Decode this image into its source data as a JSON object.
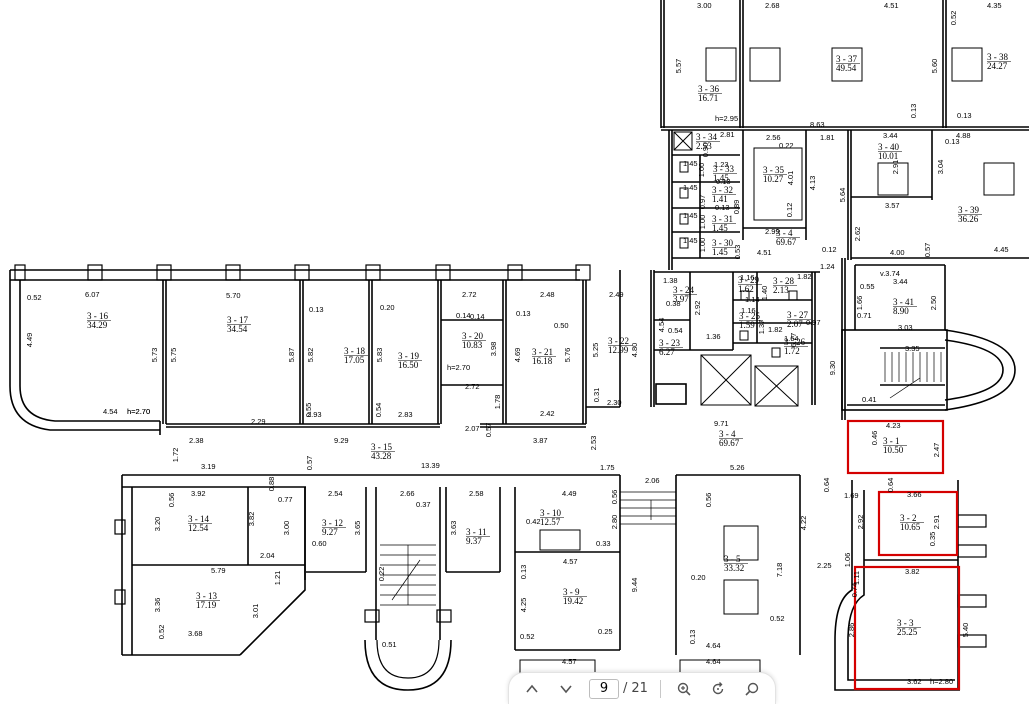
{
  "rooms": [
    {
      "id": "3 - 36",
      "area": "16.71"
    },
    {
      "id": "3 - 37",
      "area": "49.54"
    },
    {
      "id": "3 - 38",
      "area": "24.27"
    },
    {
      "id": "3 - 34",
      "area": "2.53"
    },
    {
      "id": "3 - 33",
      "area": "1.45"
    },
    {
      "id": "3 - 32",
      "area": "1.41"
    },
    {
      "id": "3 - 31",
      "area": "1.45"
    },
    {
      "id": "3 - 30",
      "area": "1.45"
    },
    {
      "id": "3 - 35",
      "area": "10.27"
    },
    {
      "id": "3 - 4",
      "area": "69.67"
    },
    {
      "id": "3 - 40",
      "area": "10.01"
    },
    {
      "id": "3 - 39",
      "area": "36.26"
    },
    {
      "id": "3 - 41",
      "area": "8.90"
    },
    {
      "id": "3 - 16",
      "area": "34.29"
    },
    {
      "id": "3 - 17",
      "area": "34.54"
    },
    {
      "id": "3 - 18",
      "area": "17.05"
    },
    {
      "id": "3 - 19",
      "area": "16.50"
    },
    {
      "id": "3 - 20",
      "area": "10.83"
    },
    {
      "id": "3 - 21",
      "area": "16.18"
    },
    {
      "id": "3 - 22",
      "area": "12.99"
    },
    {
      "id": "3 - 24",
      "area": "3.97"
    },
    {
      "id": "3 - 23",
      "area": "6.27"
    },
    {
      "id": "3 - 29",
      "area": "1.62"
    },
    {
      "id": "3 - 28",
      "area": "2.13"
    },
    {
      "id": "3 - 25",
      "area": "1.59"
    },
    {
      "id": "3 - 27",
      "area": "2.07"
    },
    {
      "id": "3 - 26",
      "area": "1.72"
    },
    {
      "id": "3 - 4",
      "area": "69.67"
    },
    {
      "id": "3 - 15",
      "area": "43.28"
    },
    {
      "id": "3 - 1",
      "area": "10.50"
    },
    {
      "id": "3 - 14",
      "area": "12.54"
    },
    {
      "id": "3 - 12",
      "area": "9.27"
    },
    {
      "id": "3 - 11",
      "area": "9.37"
    },
    {
      "id": "3 - 10",
      "area": "12.57"
    },
    {
      "id": "3 - 5",
      "area": "33.32"
    },
    {
      "id": "3 - 2",
      "area": "10.65"
    },
    {
      "id": "3 - 13",
      "area": "17.19"
    },
    {
      "id": "3 - 9",
      "area": "19.42"
    },
    {
      "id": "3 - 3",
      "area": "25.25"
    }
  ],
  "dimensions": [
    "3.00",
    "2.68",
    "4.51",
    "0.52",
    "4.35",
    "5.57",
    "5.60",
    "0.13",
    "0.13",
    "h=2.95",
    "8.63",
    "2.81",
    "0.90",
    "2.56",
    "1.81",
    "3.44",
    "4.88",
    "0.22",
    "0.13",
    "2.91",
    "3.04",
    "1.23",
    "1.45",
    "1.00",
    "1.45",
    "0.97",
    "0.13",
    "1.00",
    "0.13",
    "1.00",
    "0.89",
    "1.45",
    "4.01",
    "4.13",
    "5.64",
    "0.12",
    "2.99",
    "3.57",
    "0.53",
    "1.45",
    "4.51",
    "2.62",
    "0.12",
    "1.24",
    "4.00",
    "0.57",
    "4.45",
    "v.3.74",
    "3.44",
    "0.55",
    "2.50",
    "1.66",
    "0.71",
    "3.03",
    "0.52",
    "6.07",
    "5.70",
    "2.72",
    "2.48",
    "2.49",
    "1.38",
    "1.16",
    "1.82",
    "0.13",
    "0.20",
    "0.14",
    "0.13",
    "0.50",
    "0.38",
    "2.92",
    "1.40",
    "4.49",
    "5.73",
    "5.75",
    "5.87",
    "5.82",
    "5.83",
    "3.98",
    "4.69",
    "5.76",
    "5.25",
    "4.80",
    "4.54",
    "0.54",
    "1.14",
    "1.16",
    "1.37",
    "1.82",
    "1.36",
    "0.97",
    "6.77",
    "1.64",
    "3.35",
    "h=2.70",
    "h=2.70",
    "2.72",
    "0.14",
    "9.30",
    "4.54",
    "h=2.70",
    "2.29",
    "0.55",
    "0.54",
    "2.93",
    "2.83",
    "1.78",
    "2.42",
    "0.31",
    "2.30",
    "0.41",
    "2.38",
    "9.29",
    "2.07",
    "0.57",
    "3.87",
    "2.53",
    "9.71",
    "4.23",
    "0.46",
    "2.47",
    "1.72",
    "3.19",
    "0.57",
    "13.39",
    "1.75",
    "5.26",
    "0.64",
    "0.64",
    "1.69",
    "3.66",
    "3.92",
    "0.56",
    "0.88",
    "0.77",
    "2.54",
    "2.66",
    "0.37",
    "2.58",
    "4.49",
    "0.56",
    "2.06",
    "0.56",
    "4.22",
    "2.92",
    "2.91",
    "3.20",
    "3.82",
    "3.00",
    "3.65",
    "3.63",
    "0.42",
    "2.80",
    "0.33",
    "0.35",
    "2.04",
    "0.60",
    "4.57",
    "7.18",
    "2.25",
    "1.06",
    "1.11",
    "3.82",
    "5.79",
    "1.21",
    "0.22",
    "0.13",
    "0.20",
    "0.74",
    "3.36",
    "3.01",
    "9.44",
    "4.25",
    "0.52",
    "2.86",
    "5.40",
    "0.52",
    "3.68",
    "0.51",
    "0.52",
    "0.25",
    "0.13",
    "4.64",
    "4.57",
    "4.64",
    "3.62",
    "h=2.80"
  ],
  "toolbar": {
    "current_page": "9",
    "total_pages": "21",
    "separator": "/"
  },
  "icons": {
    "prev": "chevron-up-icon",
    "next": "chevron-down-icon",
    "zoom_in": "zoom-in-icon",
    "rotate": "rotate-icon",
    "search": "search-icon"
  },
  "colors": {
    "lines": "#000000",
    "highlight": "#d40000",
    "background": "#ffffff"
  }
}
